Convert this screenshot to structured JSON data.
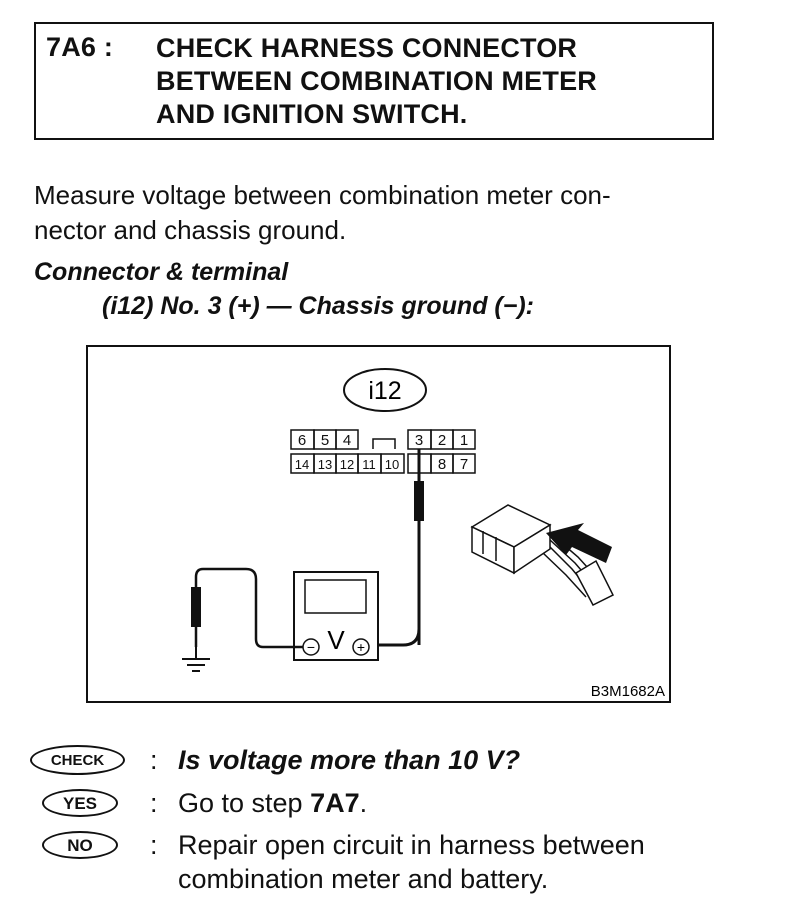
{
  "header": {
    "code": "7A6 :",
    "title_lines": [
      "CHECK HARNESS CONNECTOR",
      "BETWEEN COMBINATION METER",
      "AND IGNITION SWITCH."
    ]
  },
  "instruction": {
    "line1": "Measure voltage between combination meter con-",
    "line2": "nector and chassis ground."
  },
  "connector_terminal": {
    "heading": "Connector & terminal",
    "spec": "(i12) No. 3 (+) — Chassis ground (−):"
  },
  "diagram": {
    "connector_id": "i12",
    "top_row_left": [
      "6",
      "5",
      "4"
    ],
    "top_row_right": [
      "3",
      "2",
      "1"
    ],
    "bottom_row_left": [
      "14",
      "13",
      "12",
      "11",
      "10"
    ],
    "bottom_row_right": [
      "",
      "8",
      "7"
    ],
    "meter_symbol": "V",
    "meter_minus": "−",
    "meter_plus": "+",
    "figure_code": "B3M1682A"
  },
  "results": {
    "check_badge": "CHECK",
    "check_text": "Is voltage more than 10 V?",
    "yes_badge": "YES",
    "yes_text_prefix": "Go to step ",
    "yes_text_step": "7A7",
    "yes_text_suffix": ".",
    "no_badge": "NO",
    "no_text_line1": "Repair open circuit in harness between",
    "no_text_line2": "combination meter and battery.",
    "colon": ":"
  }
}
